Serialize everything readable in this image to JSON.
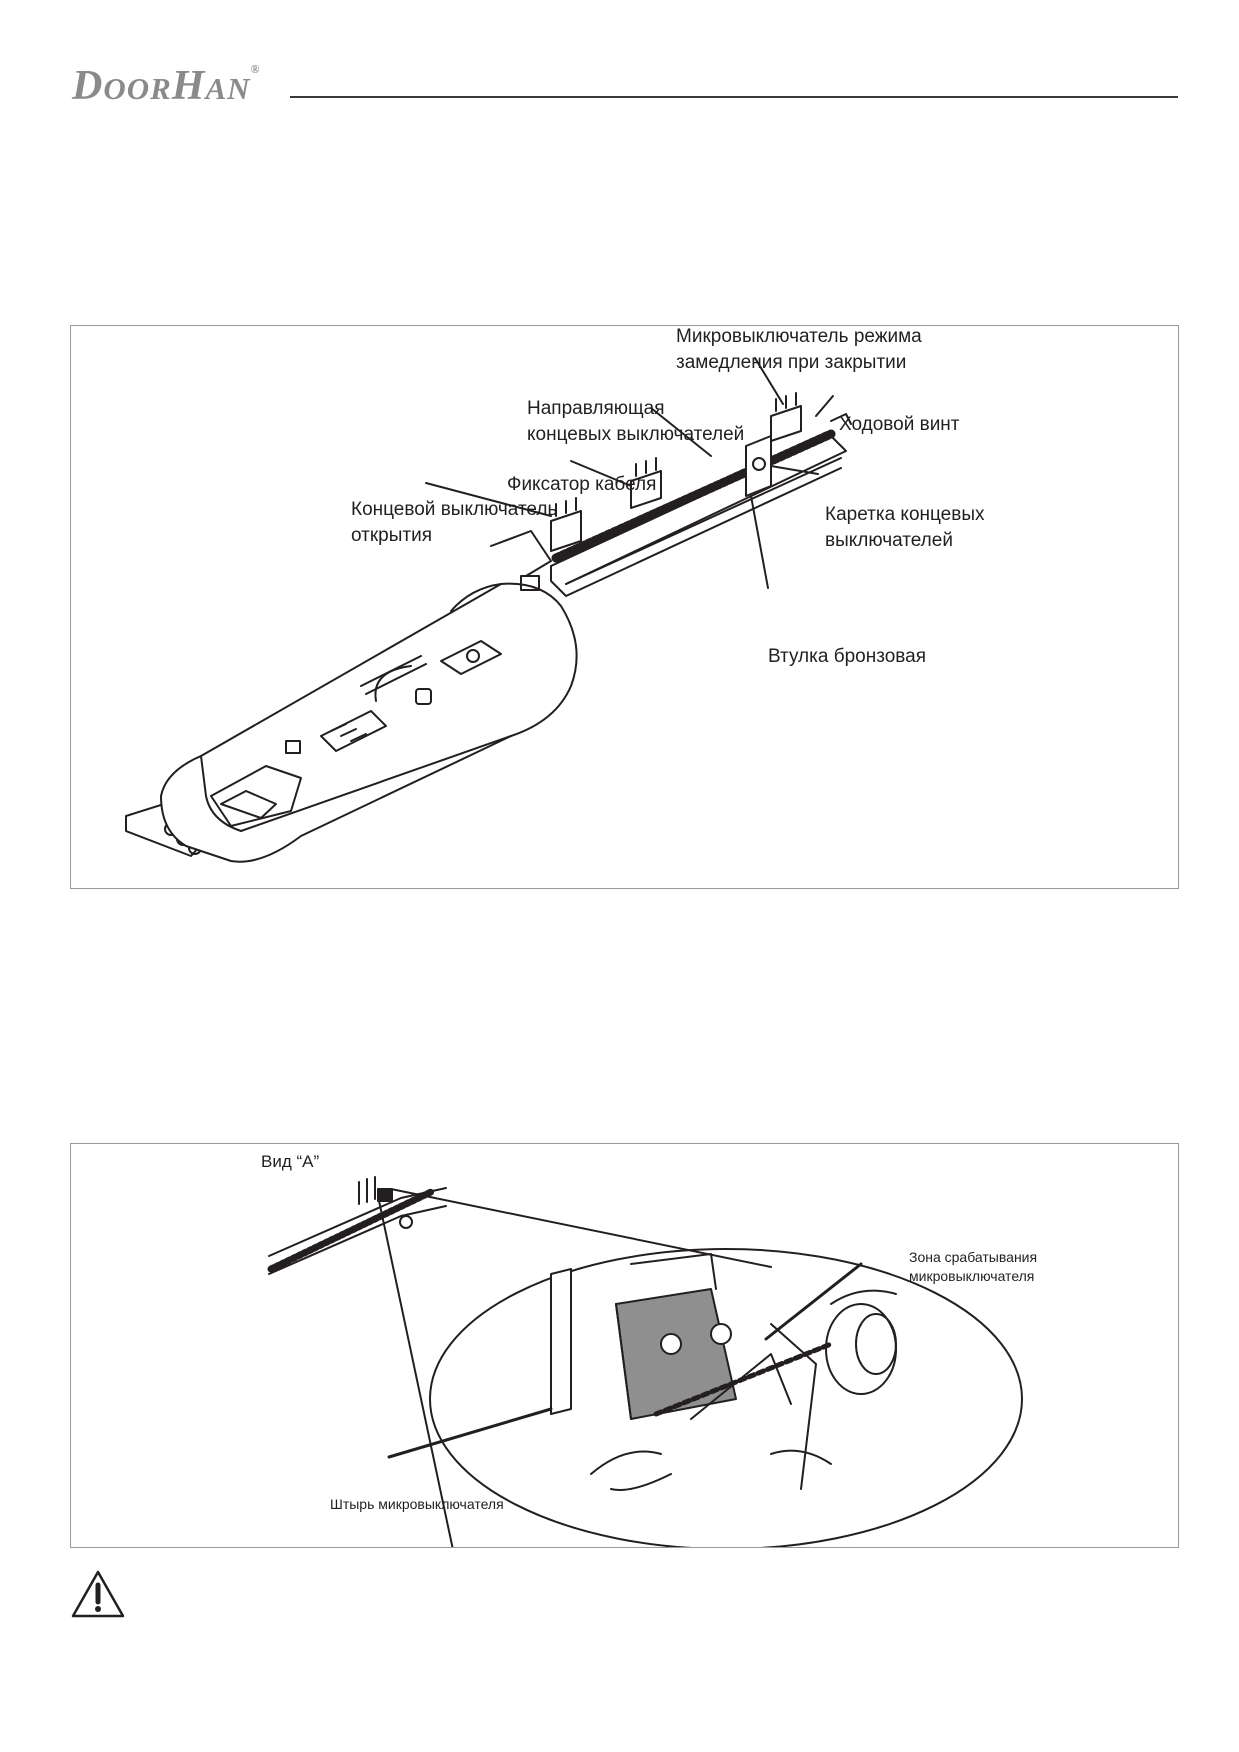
{
  "header": {
    "logo_text_1": "D",
    "logo_text_2": "OOR",
    "logo_text_3": "H",
    "logo_text_4": "AN",
    "logo_mark": "®"
  },
  "figure1": {
    "labels": {
      "slowdown_switch": [
        "Микровыключатель режима",
        "замедления при закрытии"
      ],
      "guide": [
        "Направляющая",
        "концевых выключателей"
      ],
      "lead_screw": "Ходовой винт",
      "cable_clamp": "Фиксатор кабеля",
      "open_limit_switch": [
        "Концевой выключатель",
        "открытия"
      ],
      "carriage": [
        "Каретка концевых",
        "выключателей"
      ],
      "bronze_bushing": "Втулка бронзовая"
    }
  },
  "figure2": {
    "labels": {
      "view": "Вид “А”",
      "trigger_zone": [
        "Зона срабатывания",
        "микровыключателя"
      ],
      "pin": "Штырь микровыключателя"
    }
  },
  "icons": {
    "warning": "warning-triangle-icon"
  },
  "colors": {
    "logo": "#8a8a8a",
    "rule": "#3a3a3a",
    "frame_border": "#9a9a9a",
    "switch_body": "#8f8f8f"
  }
}
